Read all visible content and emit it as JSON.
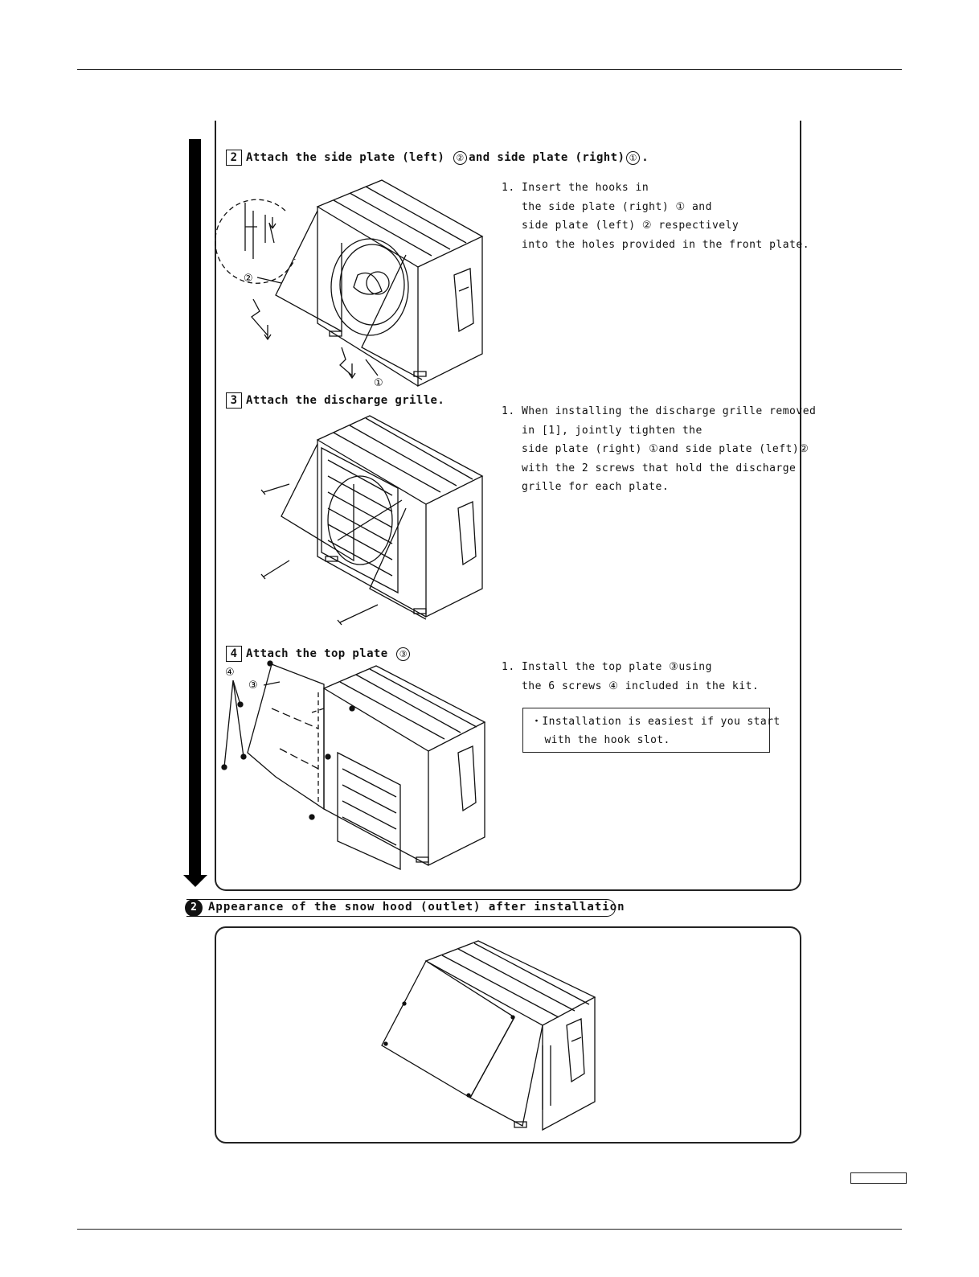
{
  "steps": [
    {
      "number": "2",
      "title_a": "Attach the side plate (left)",
      "part_a": "②",
      "title_b": "and side plate (right)",
      "part_b": "①",
      "title_end": ".",
      "instructions": "1. Insert the hooks in\n   the side plate (right) ① and\n   side plate (left) ② respectively\n   into the holes provided in the front plate.",
      "callouts": [
        "②",
        "①"
      ]
    },
    {
      "number": "3",
      "title": "Attach the discharge grille.",
      "instructions": "1. When installing the discharge grille removed\n   in [1], jointly tighten the\n   side plate (right) ①and side plate (left)②\n   with the 2 screws that hold the discharge\n   grille for each plate."
    },
    {
      "number": "4",
      "title": "Attach the top plate",
      "part": "③",
      "instructions": "1. Install the top plate ③using\n   the 6 screws ④ included in the kit.",
      "note": "・Installation is easiest if you start\n  with the hook slot.",
      "callouts": [
        "④",
        "③"
      ]
    }
  ],
  "appearance": {
    "bullet": "2",
    "title": "Appearance of the snow hood (outlet) after installation"
  }
}
